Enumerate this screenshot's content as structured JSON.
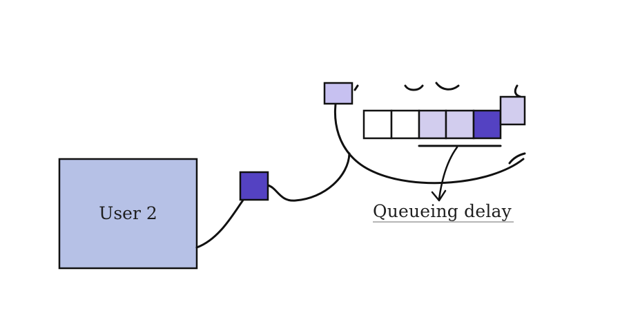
{
  "diagram": {
    "user_label": "User 2",
    "queue_label": "Queueing delay"
  },
  "colors": {
    "user_box_fill": "#b6c1e6",
    "packet_dark": "#5442c2",
    "packet_light": "#d2cdee",
    "packet_mid": "#c7c1f1",
    "stroke": "#111111",
    "background": "#ffffff"
  },
  "queue": {
    "slots": [
      "empty",
      "empty",
      "light",
      "light",
      "dark"
    ]
  }
}
